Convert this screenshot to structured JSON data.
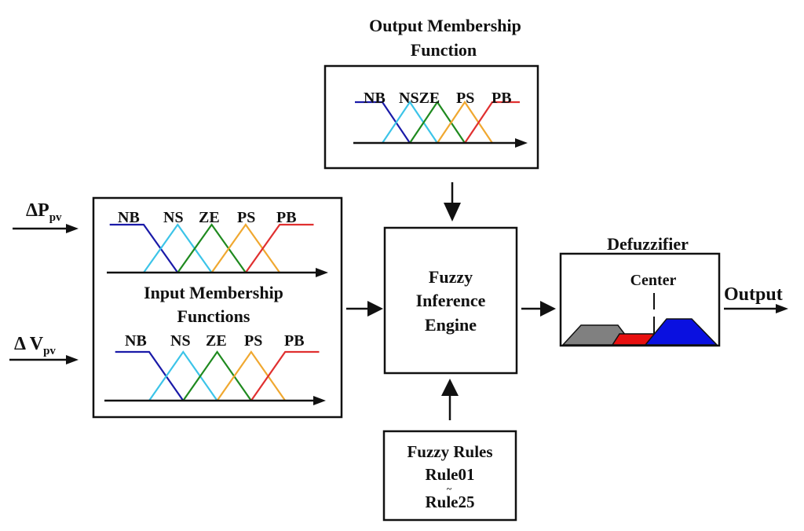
{
  "diagram": {
    "title_output_mf": [
      "Output Membership",
      "Function"
    ],
    "input_labels": {
      "dp": {
        "main": "ΔP",
        "sub": "pv"
      },
      "dv": {
        "main": "Δ V",
        "sub": "pv"
      }
    },
    "input_mf_title": [
      "Input Membership",
      "Functions"
    ],
    "mf_sets": [
      "NB",
      "NS",
      "ZE",
      "PS",
      "PB"
    ],
    "output_mf_sets": [
      "NB",
      "NSZE",
      "PS",
      "PB"
    ],
    "mf_colors": {
      "NB": "#1a1aa8",
      "NS": "#3cc4e8",
      "ZE": "#1f8a1f",
      "PS": "#f0a830",
      "PB": "#e03030"
    },
    "inference": [
      "Fuzzy",
      "Inference",
      "Engine"
    ],
    "defuzzifier": {
      "title": "Defuzzifier",
      "center_label": "Center",
      "shape_colors": {
        "left": "#808080",
        "middle": "#e81010",
        "right": "#0a10e0"
      }
    },
    "output_label": "Output",
    "rules": [
      "Fuzzy Rules",
      "Rule01",
      "~",
      "Rule25"
    ]
  }
}
